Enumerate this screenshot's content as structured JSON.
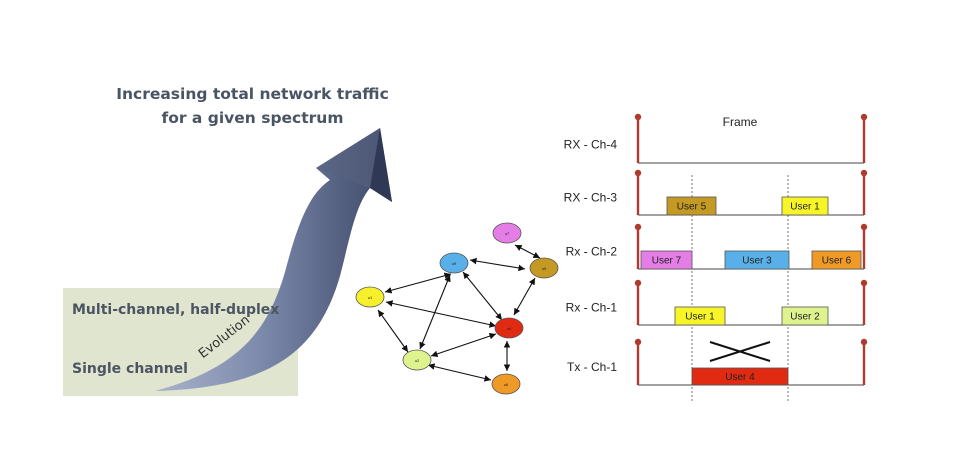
{
  "title_line1": "Increasing total network traffic",
  "title_line2": "for a given spectrum",
  "levels": {
    "multi": "Multi-channel, half-duplex",
    "single": "Single channel"
  },
  "arrow_label": "Evolution",
  "colors": {
    "arrow_light": "#8e9ab8",
    "arrow_dark": "#3c4766",
    "green_box": "#dfe5cf",
    "channel_pole": "#b03a2e"
  },
  "graph": {
    "nodes": [
      {
        "id": "u7",
        "label": "u7",
        "color": "#e47de6"
      },
      {
        "id": "u9",
        "label": "u9",
        "color": "#59b0e8"
      },
      {
        "id": "u5",
        "label": "u5",
        "color": "#c49a24"
      },
      {
        "id": "u1",
        "label": "u1",
        "color": "#f6f02c"
      },
      {
        "id": "u4",
        "label": "u4",
        "color": "#e02a12"
      },
      {
        "id": "u2",
        "label": "u2",
        "color": "#def28e"
      },
      {
        "id": "u6",
        "label": "u6",
        "color": "#ef9a26"
      }
    ]
  },
  "timeline": {
    "frame_label": "Frame",
    "channels": [
      {
        "name": "RX - Ch-4",
        "slots": []
      },
      {
        "name": "RX - Ch-3",
        "slots": [
          {
            "label": "User 5",
            "color": "#c49a24"
          },
          {
            "label": "User 1",
            "color": "#f7f528"
          }
        ]
      },
      {
        "name": "Rx - Ch-2",
        "slots": [
          {
            "label": "User 7",
            "color": "#e47de6"
          },
          {
            "label": "User 3",
            "color": "#59b0e8"
          },
          {
            "label": "User 6",
            "color": "#ef9a26"
          }
        ]
      },
      {
        "name": "Rx - Ch-1",
        "slots": [
          {
            "label": "User 1",
            "color": "#f7f528"
          },
          {
            "label": "User 2",
            "color": "#def28e"
          }
        ]
      },
      {
        "name": "Tx - Ch-1",
        "slots": [
          {
            "label": "User 4",
            "color": "#e02a12"
          }
        ]
      }
    ]
  }
}
